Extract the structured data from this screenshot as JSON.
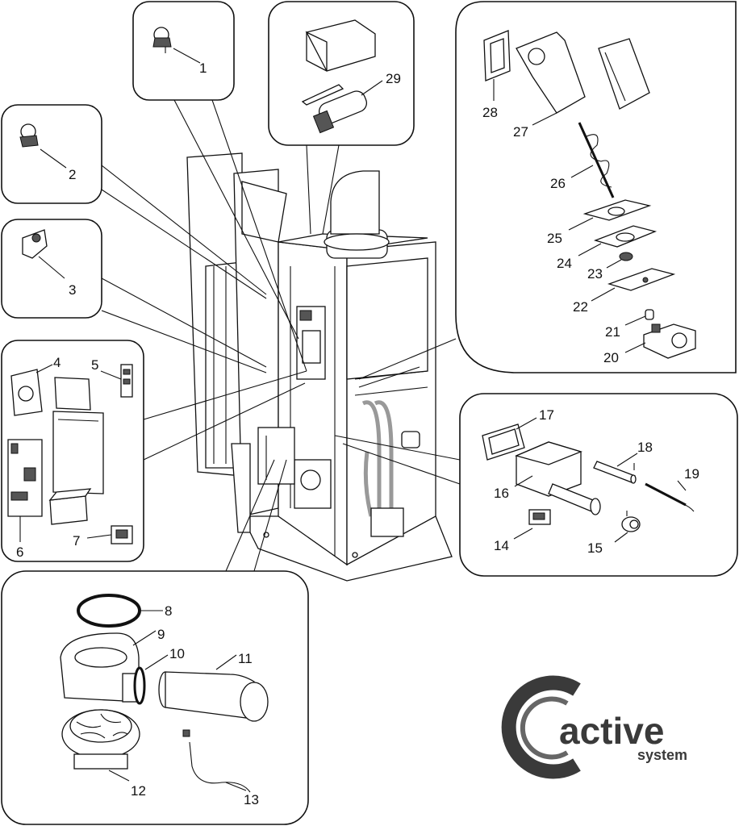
{
  "brand": {
    "logo_word": "active",
    "logo_sub": "system"
  },
  "callouts": [
    "1",
    "2",
    "3",
    "4",
    "5",
    "6",
    "7",
    "8",
    "9",
    "10",
    "11",
    "12",
    "13",
    "14",
    "15",
    "16",
    "17",
    "18",
    "19",
    "20",
    "21",
    "22",
    "23",
    "24",
    "25",
    "26",
    "27",
    "28",
    "29"
  ]
}
